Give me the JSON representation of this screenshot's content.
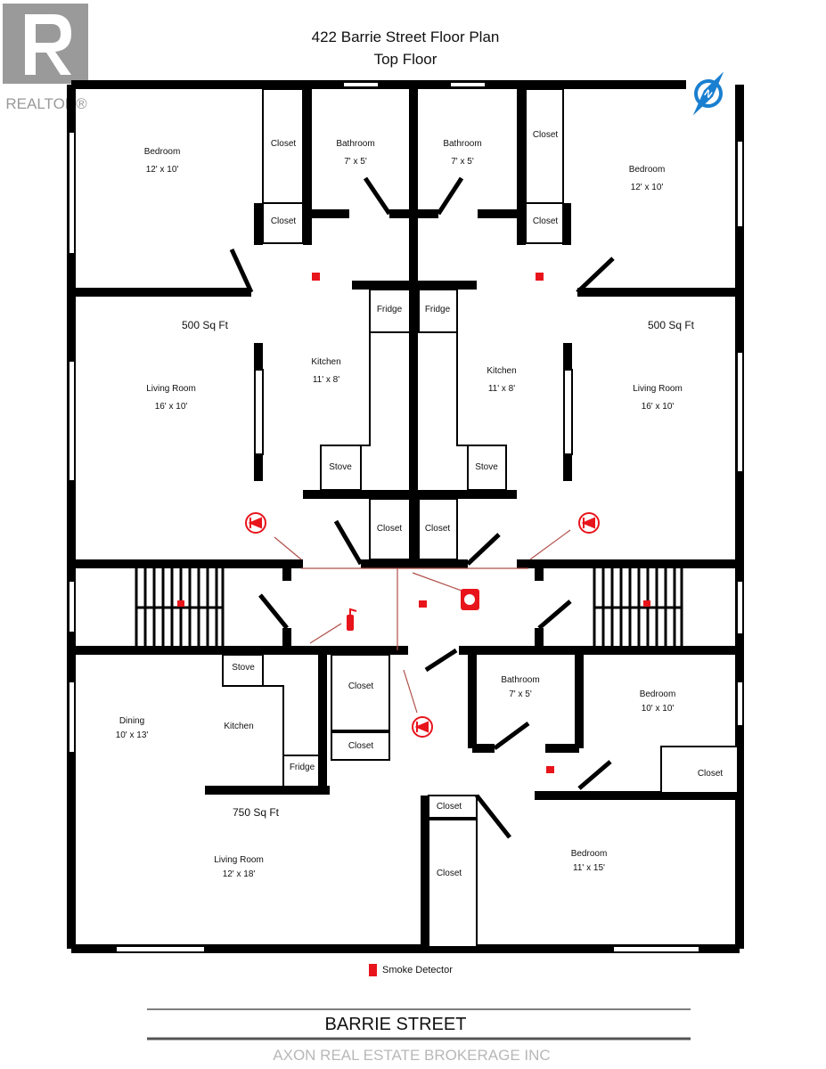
{
  "title": "422 Barrie Street Floor Plan",
  "subtitle": "Top Floor",
  "logo": {
    "text": "REALTOR®"
  },
  "compass": {
    "label": "N"
  },
  "rooms": {
    "ul_bedroom": {
      "name": "Bedroom",
      "size": "12' x 10'"
    },
    "ul_closet1": "Closet",
    "ul_closet2": "Closet",
    "ul_bath": {
      "name": "Bathroom",
      "size": "7' x 5'"
    },
    "ur_bath": {
      "name": "Bathroom",
      "size": "7' x 5'"
    },
    "ur_closet1": "Closet",
    "ur_closet2": "Closet",
    "ur_bedroom": {
      "name": "Bedroom",
      "size": "12' x 10'"
    },
    "ul_area": "500 Sq Ft",
    "ur_area": "500 Sq Ft",
    "ul_living": {
      "name": "Living Room",
      "size": "16' x 10'"
    },
    "ur_living": {
      "name": "Living Room",
      "size": "16' x 10'"
    },
    "ul_kitchen": {
      "name": "Kitchen",
      "size": "11' x 8'"
    },
    "ur_kitchen": {
      "name": "Kitchen",
      "size": "11' x 8'"
    },
    "fridge_l": "Fridge",
    "fridge_r": "Fridge",
    "stove_l": "Stove",
    "stove_r": "Stove",
    "hall_closet_l": "Closet",
    "hall_closet_r": "Closet",
    "lo_stove": "Stove",
    "lo_kitchen": "Kitchen",
    "lo_fridge": "Fridge",
    "lo_dining": {
      "name": "Dining",
      "size": "10' x 13'"
    },
    "lo_closet1": "Closet",
    "lo_closet2": "Closet",
    "lo_area": "750 Sq Ft",
    "lo_living": {
      "name": "Living Room",
      "size": "12' x 18'"
    },
    "lo_bath": {
      "name": "Bathroom",
      "size": "7' x 5'"
    },
    "lo_bedroom1": {
      "name": "Bedroom",
      "size": "10' x 10'"
    },
    "lo_bed_closet": "Closet",
    "lo_closet3": "Closet",
    "lo_closet4": "Closet",
    "lo_bedroom2": {
      "name": "Bedroom",
      "size": "11' x 15'"
    }
  },
  "legend": {
    "smoke_detector": "Smoke Detector"
  },
  "street": "BARRIE STREET",
  "watermark": "AXON REAL ESTATE BROKERAGE INC",
  "colors": {
    "wall": "#000000",
    "safety": "#e8141b",
    "compass": "#1a7fd0"
  }
}
